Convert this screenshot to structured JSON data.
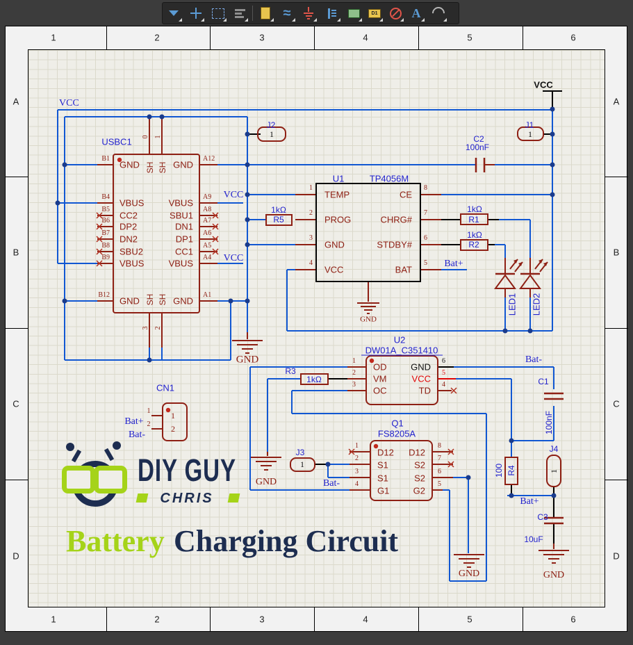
{
  "toolbar": {
    "icons": [
      {
        "name": "filter-icon"
      },
      {
        "name": "crosshair-icon"
      },
      {
        "name": "selection-icon"
      },
      {
        "name": "align-icon"
      },
      {
        "name": "place-part-icon"
      },
      {
        "name": "place-wire-icon",
        "glyph": "≈"
      },
      {
        "name": "place-power-port-icon"
      },
      {
        "name": "place-bus-icon"
      },
      {
        "name": "place-sheet-symbol-icon"
      },
      {
        "name": "place-harness-icon",
        "glyph": "D1"
      },
      {
        "name": "place-no-erc-icon"
      },
      {
        "name": "place-text-icon",
        "glyph": "A"
      },
      {
        "name": "place-arc-icon"
      }
    ]
  },
  "border": {
    "columns": [
      "1",
      "2",
      "3",
      "4",
      "5",
      "6"
    ],
    "rows": [
      "A",
      "B",
      "C",
      "D"
    ]
  },
  "nets": {
    "vcc": "VCC",
    "gnd": "GND",
    "bat_plus": "Bat+",
    "bat_minus": "Bat-"
  },
  "components": {
    "usbc1": {
      "designator": "USBC1",
      "sh": "SH",
      "shield_top": [
        "0",
        "1"
      ],
      "shield_bottom": [
        "3",
        "2"
      ],
      "left_pins": [
        {
          "num": "B1",
          "name": "GND"
        },
        {
          "num": "B4",
          "name": "VBUS"
        },
        {
          "num": "B5",
          "name": "CC2"
        },
        {
          "num": "B6",
          "name": "DP2"
        },
        {
          "num": "B7",
          "name": "DN2"
        },
        {
          "num": "B8",
          "name": "SBU2"
        },
        {
          "num": "B9",
          "name": "VBUS"
        },
        {
          "num": "B12",
          "name": "GND"
        }
      ],
      "right_pins": [
        {
          "num": "A12",
          "name": "GND"
        },
        {
          "num": "A9",
          "name": "VBUS"
        },
        {
          "num": "A8",
          "name": "SBU1"
        },
        {
          "num": "A7",
          "name": "DN1"
        },
        {
          "num": "A6",
          "name": "DP1"
        },
        {
          "num": "A5",
          "name": "CC1"
        },
        {
          "num": "A4",
          "name": "VBUS"
        },
        {
          "num": "A1",
          "name": "GND"
        }
      ]
    },
    "u1": {
      "designator": "U1",
      "value": "TP4056M",
      "left": [
        {
          "num": "1",
          "name": "TEMP"
        },
        {
          "num": "2",
          "name": "PROG"
        },
        {
          "num": "3",
          "name": "GND"
        },
        {
          "num": "4",
          "name": "VCC"
        }
      ],
      "right": [
        {
          "num": "8",
          "name": "CE"
        },
        {
          "num": "7",
          "name": "CHRG#"
        },
        {
          "num": "6",
          "name": "STDBY#"
        },
        {
          "num": "5",
          "name": "BAT"
        }
      ]
    },
    "u2": {
      "designator": "U2",
      "value": "DW01A_C351410",
      "left": [
        {
          "num": "1",
          "name": "OD"
        },
        {
          "num": "2",
          "name": "VM"
        },
        {
          "num": "3",
          "name": "OC"
        }
      ],
      "right": [
        {
          "num": "6",
          "name": "GND"
        },
        {
          "num": "5",
          "name": "VCC"
        },
        {
          "num": "4",
          "name": "TD"
        }
      ]
    },
    "q1": {
      "designator": "Q1",
      "value": "FS8205A",
      "left": [
        {
          "num": "1",
          "name": "D12"
        },
        {
          "num": "2",
          "name": "S1"
        },
        {
          "num": "3",
          "name": "S1"
        },
        {
          "num": "4",
          "name": "G1"
        }
      ],
      "right": [
        {
          "num": "8",
          "name": "D12"
        },
        {
          "num": "7",
          "name": "S2"
        },
        {
          "num": "6",
          "name": "S2"
        },
        {
          "num": "5",
          "name": "G2"
        }
      ]
    },
    "r1": {
      "designator": "R1",
      "value": "1kΩ"
    },
    "r2": {
      "designator": "R2",
      "value": "1kΩ"
    },
    "r3": {
      "designator": "R3",
      "value": "1kΩ"
    },
    "r4": {
      "designator": "R4",
      "value": "100"
    },
    "r5": {
      "designator": "R5",
      "value": "1kΩ"
    },
    "c1": {
      "designator": "C1",
      "value": "100nF"
    },
    "c2": {
      "designator": "C2",
      "value": "100nF"
    },
    "c3": {
      "designator": "C3",
      "value": "10uF"
    },
    "j1": {
      "designator": "J1",
      "pin": "1"
    },
    "j2": {
      "designator": "J2",
      "pin": "1"
    },
    "j3": {
      "designator": "J3",
      "pin": "1"
    },
    "j4": {
      "designator": "J4",
      "pin": "1"
    },
    "cn1": {
      "designator": "CN1",
      "pins": [
        "1",
        "2"
      ]
    },
    "led1": {
      "designator": "LED1"
    },
    "led2": {
      "designator": "LED2"
    }
  },
  "logo": {
    "line1": "DIY GUY",
    "line2": "CHRIS"
  },
  "title": {
    "word1": "Battery",
    "word2": "Charging Circuit"
  }
}
